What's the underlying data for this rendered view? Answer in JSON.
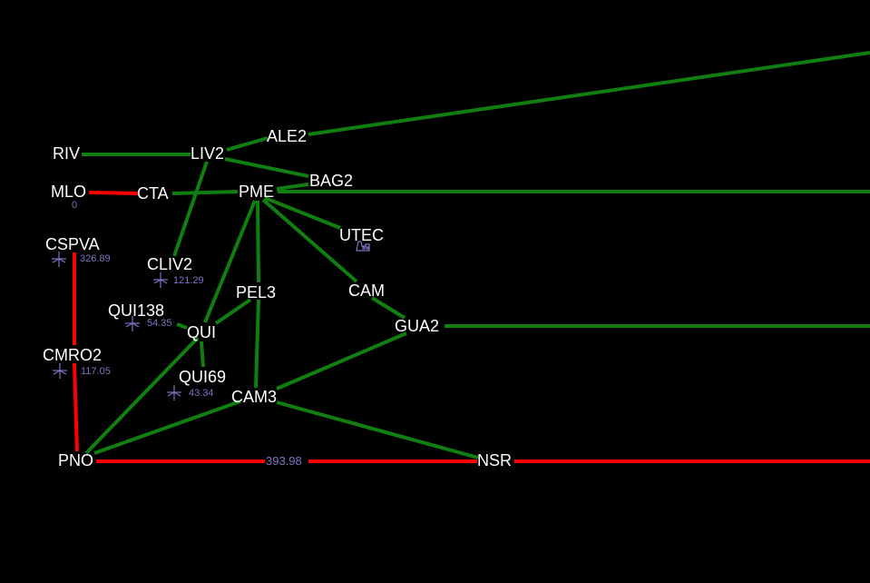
{
  "colors": {
    "background": "#000000",
    "in_service_line": "#117e11",
    "overloaded_line": "#ff0000",
    "node_text": "#ffffff",
    "value_text": "#7b74c4"
  },
  "nodes": {
    "ALE2": "ALE2",
    "RIV": "RIV",
    "LIV2": "LIV2",
    "BAG2": "BAG2",
    "MLO": "MLO",
    "CTA": "CTA",
    "PME": "PME",
    "UTEC": "UTEC",
    "CSPVA": "CSPVA",
    "CLIV2": "CLIV2",
    "PEL3": "PEL3",
    "CAM": "CAM",
    "QUI138": "QUI138",
    "QUI": "QUI",
    "GUA2": "GUA2",
    "CMRO2": "CMRO2",
    "QUI69": "QUI69",
    "CAM3": "CAM3",
    "PNO": "PNO",
    "NSR": "NSR"
  },
  "values": {
    "MLO": "0",
    "CSPVA": "326.89",
    "CLIV2": "121.29",
    "QUI138": "54.35",
    "CMRO2": "117.05",
    "QUI69": "43.34",
    "PNO_NSR": "393.98"
  },
  "icons": {
    "CSPVA": "wind-turbine-icon",
    "CLIV2": "wind-turbine-icon",
    "QUI138": "wind-turbine-icon",
    "CMRO2": "wind-turbine-icon",
    "QUI69": "wind-turbine-icon",
    "UTEC": "thermal-plant-icon"
  }
}
